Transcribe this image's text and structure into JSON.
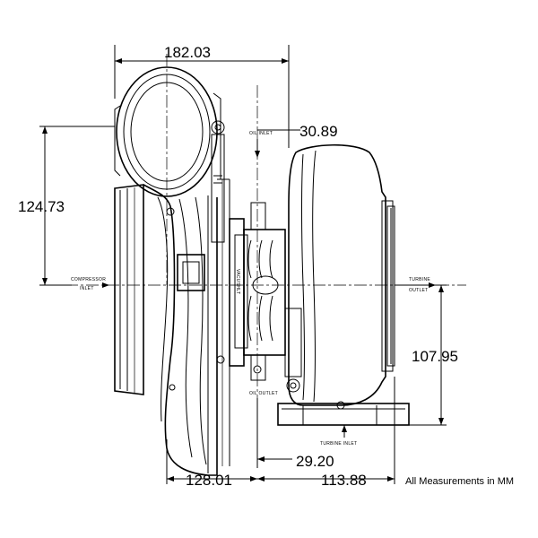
{
  "dimensions": {
    "overall_width": "182.03",
    "oil_inlet_offset": "30.89",
    "compressor_height": "124.73",
    "turbine_height": "107.95",
    "oil_outlet_offset": "29.20",
    "compressor_length": "128.01",
    "turbine_length": "113.88"
  },
  "labels": {
    "oil_inlet": "OIL INLET",
    "oil_outlet": "OIL OUTLET",
    "compressor_inlet_line1": "COMPRESSOR",
    "compressor_inlet_line2": "INLET",
    "turbine_outlet_line1": "TURBINE",
    "turbine_outlet_line2": "OUTLET",
    "turbine_inlet": "TURBINE INLET",
    "brand": "VACUSHLT"
  },
  "note": "All Measurements in MM"
}
